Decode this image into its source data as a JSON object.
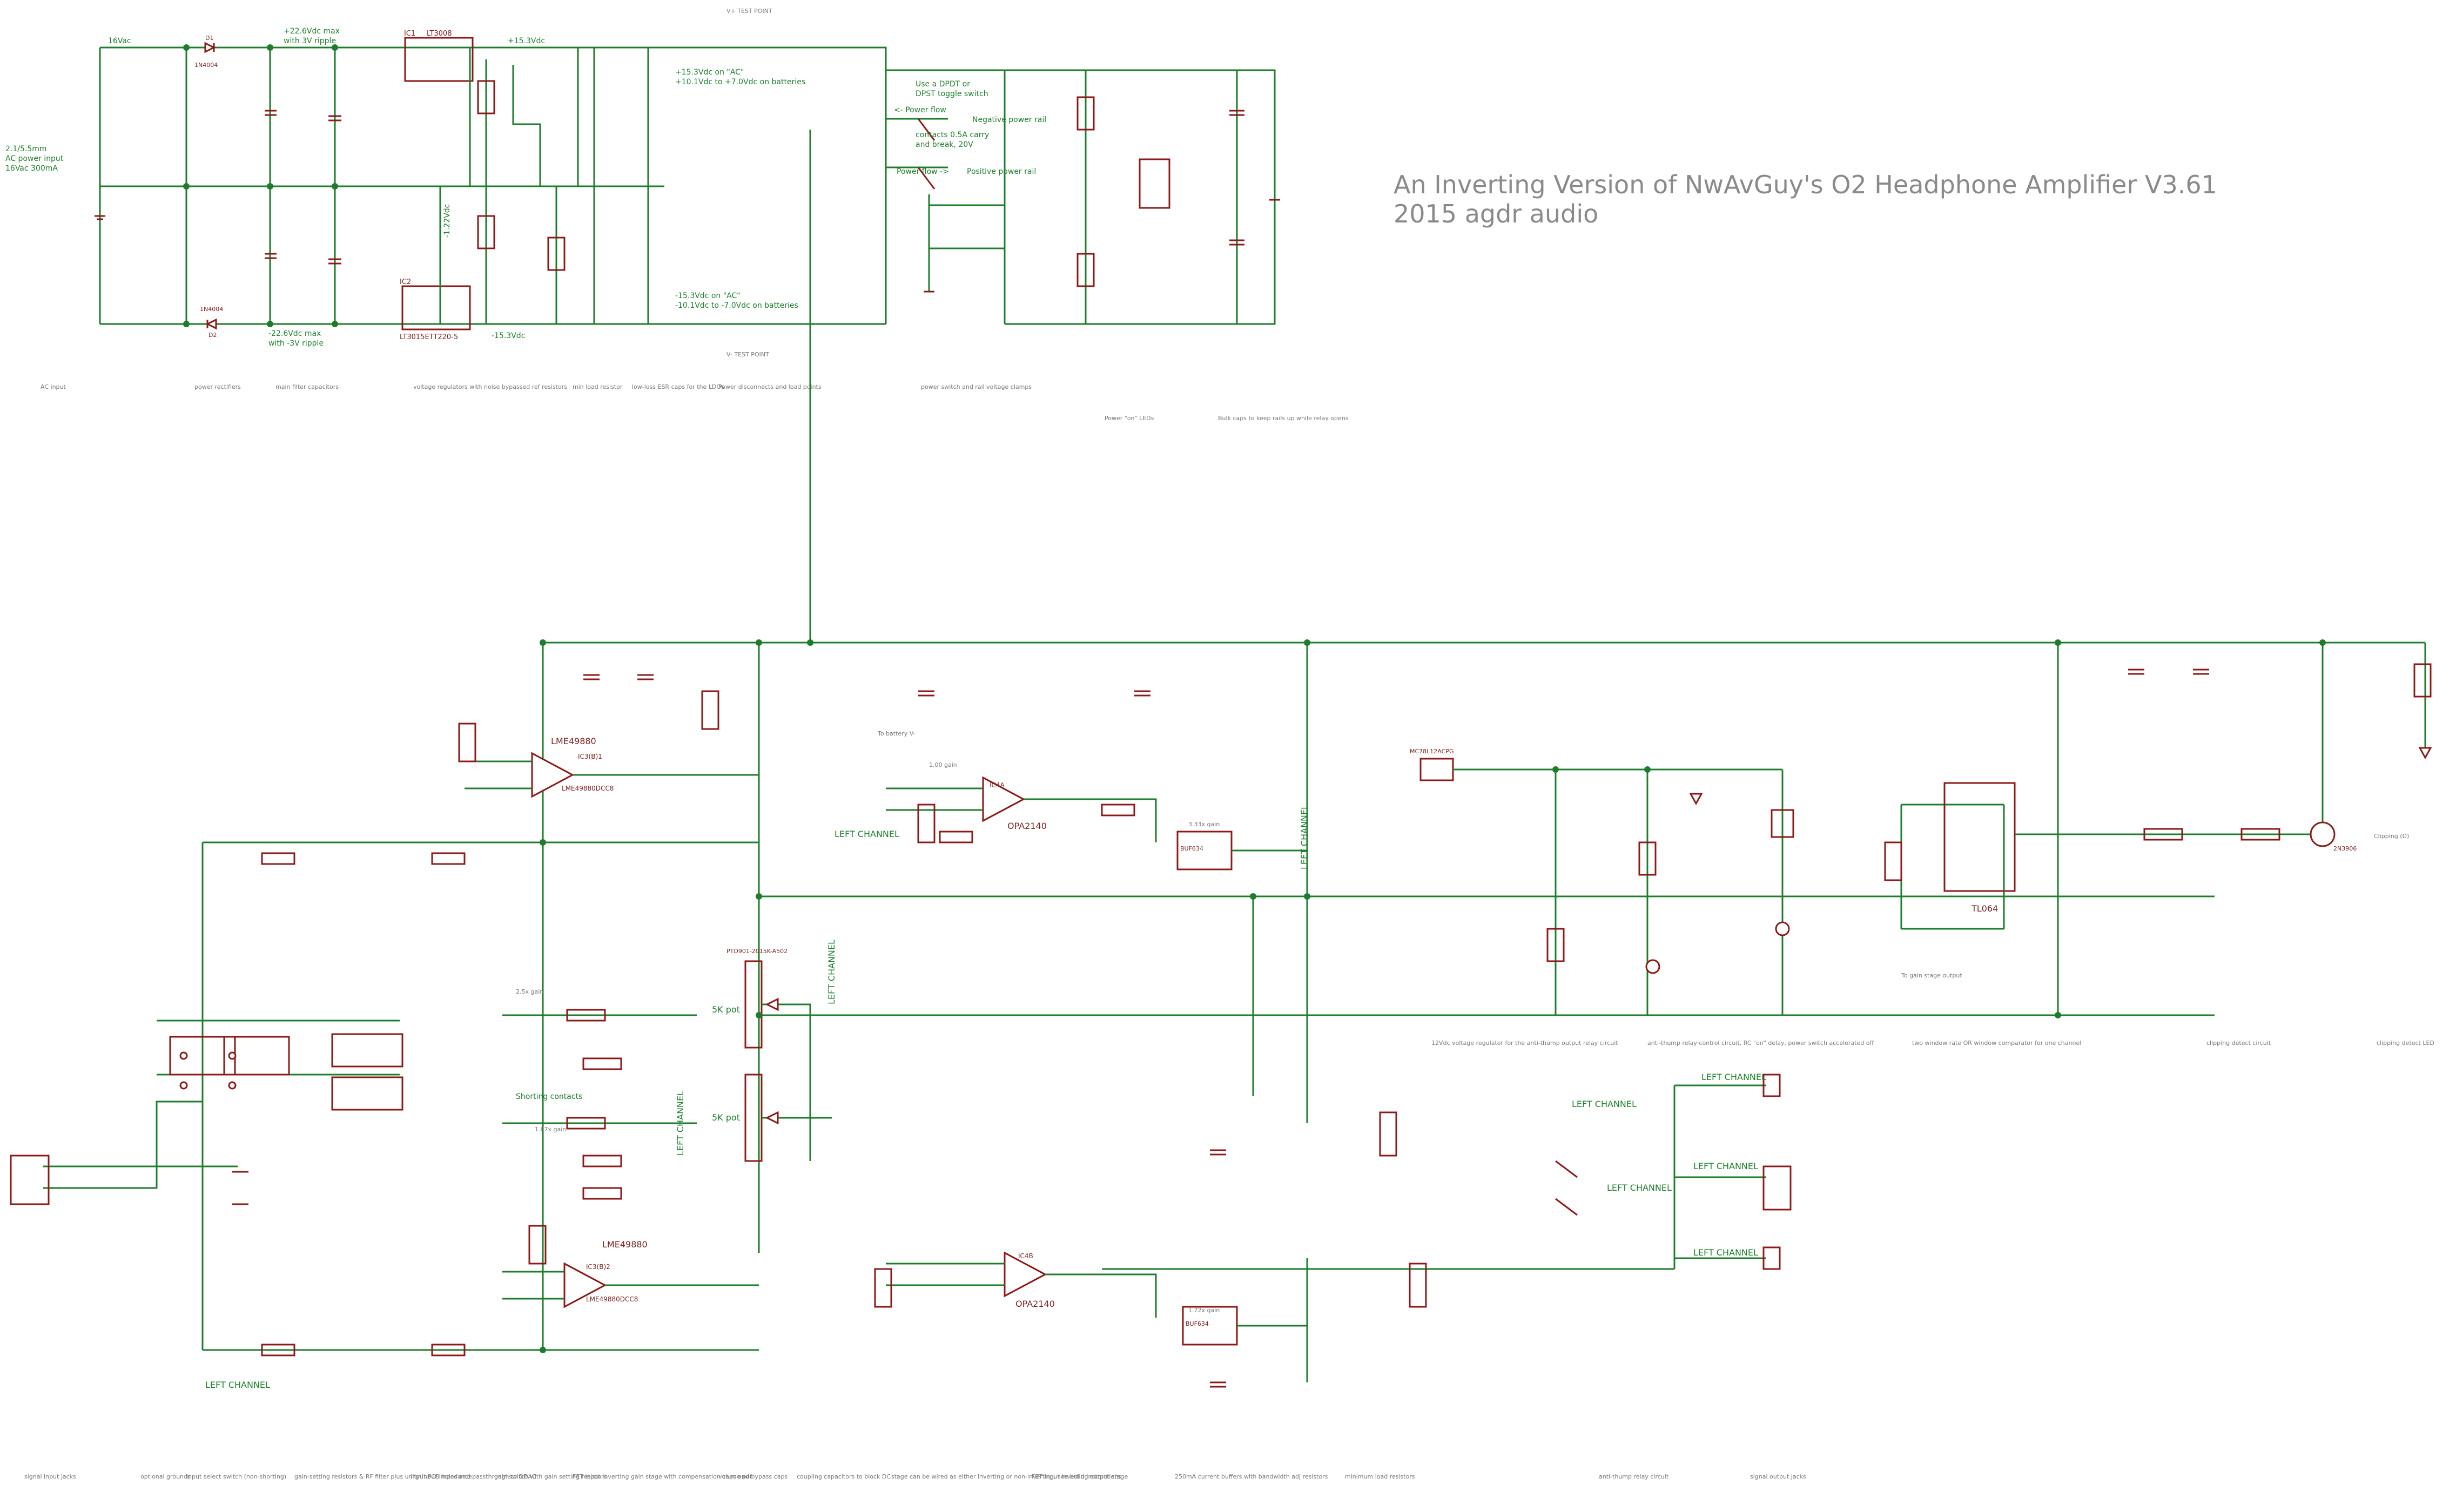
{
  "title": {
    "line1": "An Inverting Version of NwAvGuy's O2 Headphone Amplifier V3.61",
    "line2": "2015 agdr audio"
  },
  "power": {
    "vac_in": "16Vac",
    "ac_input_note_1": "2.1/5.5mm",
    "ac_input_note_2": "AC power input",
    "ac_input_note_3": "16Vac 300mA",
    "vplus_raw": "+22.6Vdc max",
    "vplus_ripple": "with 3V ripple",
    "vminus_raw": "-22.6Vdc max",
    "vminus_ripple": "with -3V ripple",
    "reg_pos_name": "IC1",
    "reg_pos_part": "LT3008",
    "reg_neg_name": "IC2",
    "reg_neg_part": "LT3015ETT220-5",
    "rail_pos": "+15.3Vdc",
    "rail_neg": "-15.3Vdc",
    "rail_pos_note_1": "+15.3Vdc on \"AC\"",
    "rail_pos_note_2": "+10.1Vdc to +7.0Vdc on batteries",
    "rail_neg_note_1": "-15.3Vdc on \"AC\"",
    "rail_neg_note_2": "-10.1Vdc to -7.0Vdc on batteries",
    "test_point_pos": "V+ TEST POINT",
    "test_point_neg": "V- TEST POINT",
    "diode_d1": "D1",
    "diode_d2": "D2",
    "diode_part": "1N4004",
    "reg_ref": "-1.22Vdc",
    "switch_note_1": "Use a DPDT or",
    "switch_note_2": "DPST toggle switch",
    "switch_note_3": "contacts 0.5A carry",
    "switch_note_4": "and break, 20V",
    "power_flow_1": "<- Power flow",
    "power_flow_2": "Power flow ->",
    "neg_rail_label": "Negative power rail",
    "pos_rail_label": "Positive power rail",
    "power_on": "Power \"on\" LEDs",
    "bulk_caps": "Bulk caps to keep rails up while relay opens"
  },
  "sections_top": [
    "AC input",
    "power rectifiers",
    "main filter capacitors",
    "voltage regulators with noise bypassed ref resistors",
    "min load resistor",
    "low-loss ESR caps for the LDOs",
    "Power disconnects and load points",
    "power switch and rail voltage clamps"
  ],
  "amp": {
    "ic_gain_part": "LME49880",
    "ic_gain_name_1": "IC3(B)1",
    "ic_gain_name_2": "IC3(B)2",
    "ic_gain_part_full": "LME49880DCC8",
    "ic_driver_part": "OPA2140",
    "ic_driver_name_1": "IC4A",
    "ic_driver_name_2": "IC4B",
    "buffer_part": "BUF634",
    "comparator_part": "TL064",
    "transistor_part": "2N3906",
    "relay_reg_part": "MC78L12ACPG",
    "left_channel": "LEFT CHANNEL",
    "pot_label": "5K pot",
    "pot_part": "PTD901-2015K-A502",
    "shorting_contacts": "Shorting contacts",
    "clipping_led": "Clipping (D)",
    "gain_1": "1.00 gain",
    "gain_2": "2.5x gain",
    "gain_3": "1.87x gain",
    "gain_4": "1.72x gain",
    "gain_5": "3.33x gain",
    "battery_label": "To battery V-",
    "gain_stage_output": "To gain stage output"
  },
  "sections_bottom": [
    "signal input jacks",
    "optional grounds",
    "input select switch (non-shorting)",
    "gain-setting resistors & RF filter plus unity input impedance",
    "input PCB holes and passthrough to ODAC",
    "gain switch with gain setting resistors",
    "FET input inverting gain stage with compensation caps and bypass caps",
    "volume pot",
    "coupling capacitors to block DC",
    "stage can be wired as either inverting or non-inverting, see build instructions",
    "FET input inverting output stage",
    "250mA current buffers with bandwidth adj resistors",
    "minimum load resistors",
    "anti-thump relay circuit",
    "signal output jacks"
  ],
  "sections_mid": [
    "12Vdc voltage regulator for the anti-thump output relay circuit",
    "anti-thump relay control circuit, RC \"on\" delay, power switch accelerated off",
    "two window rate OR window comparator for one channel",
    "clipping detect circuit",
    "clipping detect LED"
  ]
}
